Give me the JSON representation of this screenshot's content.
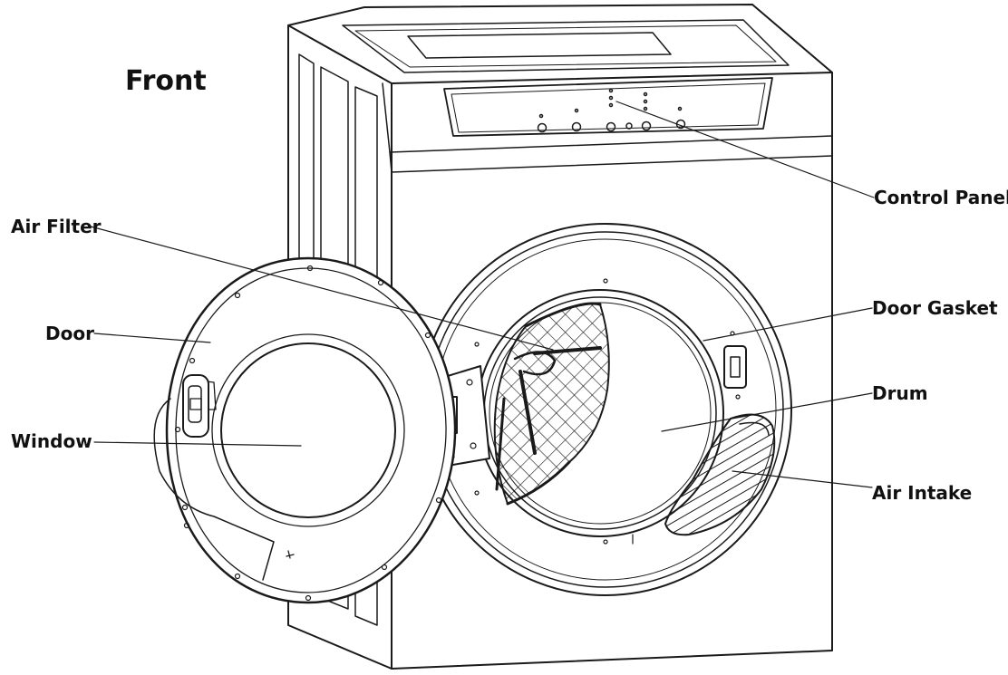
{
  "title": "Front",
  "labels": {
    "control_panel": "Control Panel",
    "air_filter": "Air Filter",
    "door_gasket": "Door Gasket",
    "door": "Door",
    "drum": "Drum",
    "window": "Window",
    "air_intake": "Air Intake"
  },
  "colors": {
    "line": "#1a1a1a",
    "background": "#ffffff"
  }
}
